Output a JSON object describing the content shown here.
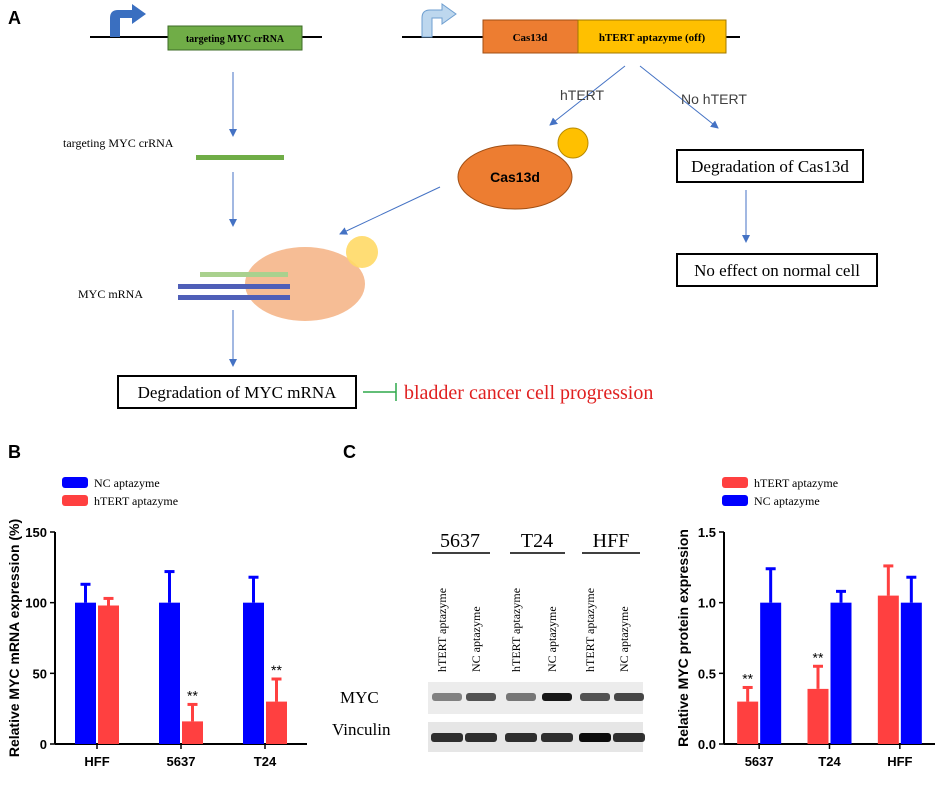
{
  "panel_a": {
    "label": "A",
    "gene1": "targeting MYC crRNA",
    "gene2_left": "Cas13d",
    "gene2_right": "hTERT aptazyme (off)",
    "hTERT": "hTERT",
    "no_hTERT": "No hTERT",
    "crrna_label": "targeting MYC crRNA",
    "cas13d": "Cas13d",
    "degradation_cas13d": "Degradation of Cas13d",
    "no_effect": "No effect on normal cell",
    "myc_mrna_label": "MYC mRNA",
    "degradation_myc": "Degradation of MYC mRNA",
    "progression": "bladder cancer cell progression",
    "colors": {
      "green": "#70ad47",
      "orange": "#ed7d31",
      "yellow": "#ffc000",
      "blue_arrow": "#4472c4",
      "red": "#e02020"
    }
  },
  "panel_b": {
    "label": "B"
  },
  "panel_c": {
    "label": "C",
    "blot_groups": [
      "5637",
      "T24",
      "HFF"
    ],
    "lanes": [
      "hTERT aptazyme",
      "NC aptazyme",
      "hTERT aptazyme",
      "NC aptazyme",
      "hTERT aptazyme",
      "NC aptazyme"
    ],
    "rows": [
      "MYC",
      "Vinculin"
    ]
  },
  "chart_data": [
    {
      "type": "bar",
      "panel": "B",
      "categories": [
        "HFF",
        "5637",
        "T24"
      ],
      "series": [
        {
          "name": "NC aptazyme",
          "color": "#0000ff",
          "values": [
            100,
            100,
            100
          ],
          "errors": [
            13,
            22,
            18
          ]
        },
        {
          "name": "hTERT aptazyme",
          "color": "#ff4040",
          "values": [
            98,
            16,
            30
          ],
          "errors": [
            5,
            12,
            16
          ]
        }
      ],
      "significance": [
        "",
        "**",
        "**"
      ],
      "ylabel": "Relative MYC mRNA expression (%)",
      "ylim": [
        0,
        150
      ],
      "yticks": [
        0,
        50,
        100,
        150
      ],
      "legend_position": "top-left"
    },
    {
      "type": "bar",
      "panel": "C",
      "categories": [
        "5637",
        "T24",
        "HFF"
      ],
      "series": [
        {
          "name": "hTERT aptazyme",
          "color": "#ff4040",
          "values": [
            0.3,
            0.39,
            1.05
          ],
          "errors": [
            0.1,
            0.16,
            0.21
          ]
        },
        {
          "name": "NC aptazyme",
          "color": "#0000ff",
          "values": [
            1.0,
            1.0,
            1.0
          ],
          "errors": [
            0.24,
            0.08,
            0.18
          ]
        }
      ],
      "significance": [
        "**",
        "**",
        ""
      ],
      "ylabel": "Relative MYC protein expression",
      "ylim": [
        0,
        1.5
      ],
      "yticks": [
        "0.0",
        "0.5",
        "1.0",
        "1.5"
      ],
      "legend_position": "top-right"
    }
  ]
}
